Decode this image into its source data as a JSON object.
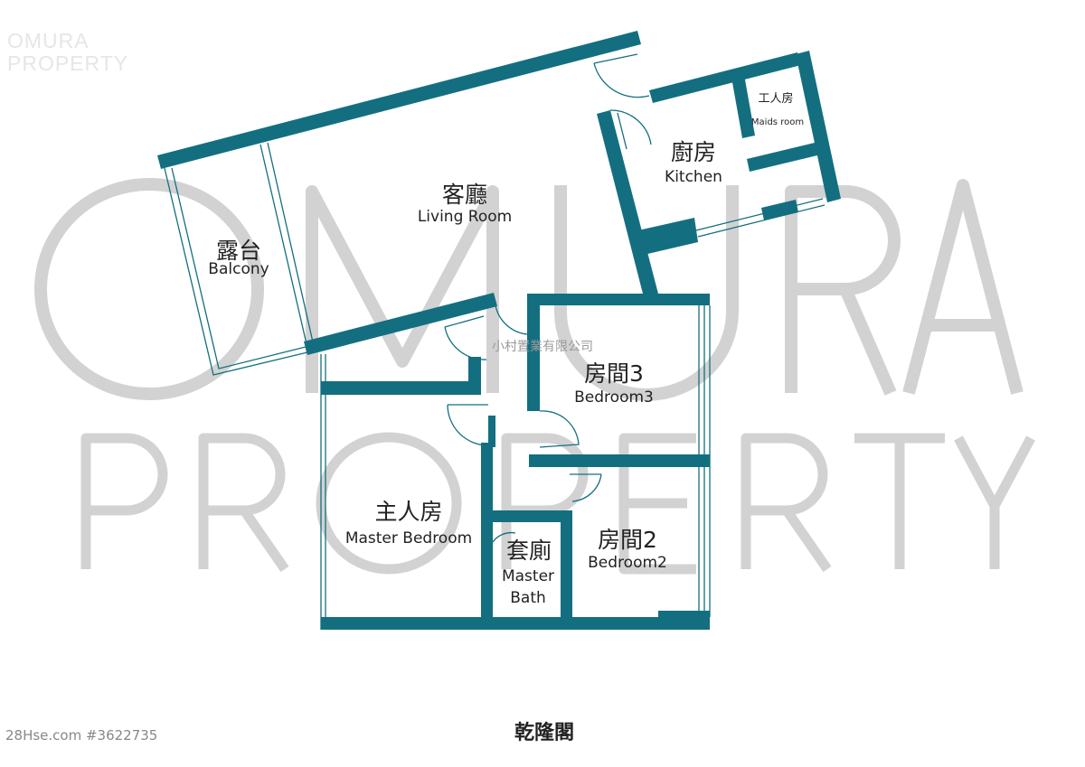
{
  "watermark": {
    "tile_line1": "OMURA",
    "tile_line2": "PROPERTY",
    "big_line1": "OMURA",
    "big_line2": "PROPERTY",
    "company": "小村置業有限公司"
  },
  "rooms": {
    "living": {
      "zh": "客廳",
      "en": "Living Room"
    },
    "balcony": {
      "zh": "露台",
      "en": "Balcony"
    },
    "kitchen": {
      "zh": "廚房",
      "en": "Kitchen"
    },
    "maids": {
      "zh": "工人房",
      "en": "Maids room"
    },
    "bedroom3": {
      "zh": "房間3",
      "en": "Bedroom3"
    },
    "master": {
      "zh": "主人房",
      "en": "Master Bedroom"
    },
    "bath": {
      "zh": "套廁",
      "en1": "Master",
      "en2": "Bath"
    },
    "bedroom2": {
      "zh": "房間2",
      "en": "Bedroom2"
    }
  },
  "building_name": "乾隆閣",
  "listing_ref": "28Hse.com #3622735",
  "colors": {
    "wall": "#136f80",
    "watermark": "#cfcfcf"
  }
}
